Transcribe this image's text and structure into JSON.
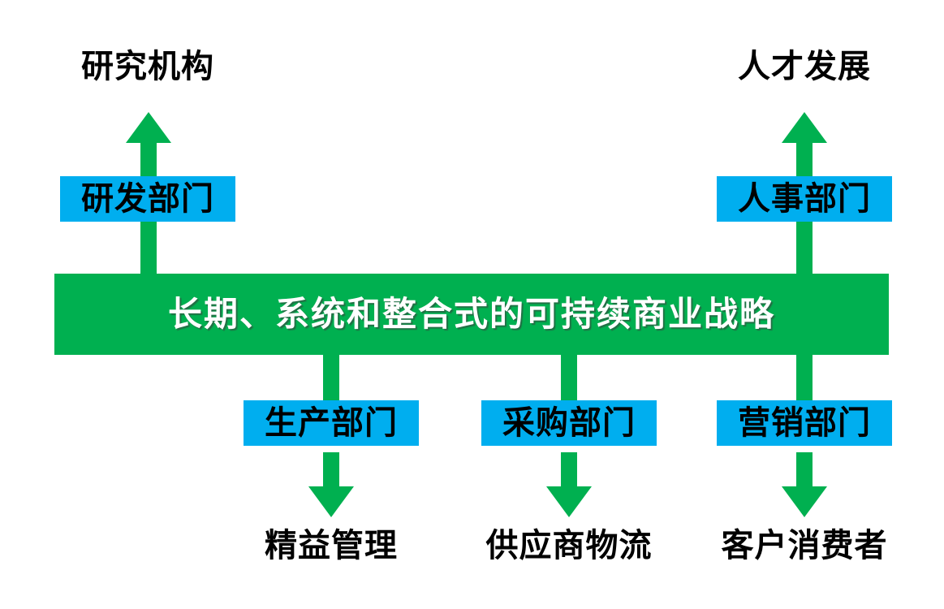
{
  "diagram": {
    "title": "长期、系统和整合式的可持续商业战略",
    "colors": {
      "banner_green": "#00B050",
      "arrow_green": "#00B050",
      "box_blue": "#00AEEF",
      "label_black": "#000000",
      "banner_text_white": "#FFFFFF",
      "background": "#FFFFFF"
    },
    "banner": {
      "label": "长期、系统和整合式的可持续商业战略"
    },
    "upward_branches": [
      {
        "department": "研发部门",
        "outcome": "研究机构",
        "direction": "up"
      },
      {
        "department": "人事部门",
        "outcome": "人才发展",
        "direction": "up"
      }
    ],
    "downward_branches": [
      {
        "department": "生产部门",
        "outcome": "精益管理",
        "direction": "down"
      },
      {
        "department": "采购部门",
        "outcome": "供应商物流",
        "direction": "down"
      },
      {
        "department": "营销部门",
        "outcome": "客户消费者",
        "direction": "down"
      }
    ]
  }
}
